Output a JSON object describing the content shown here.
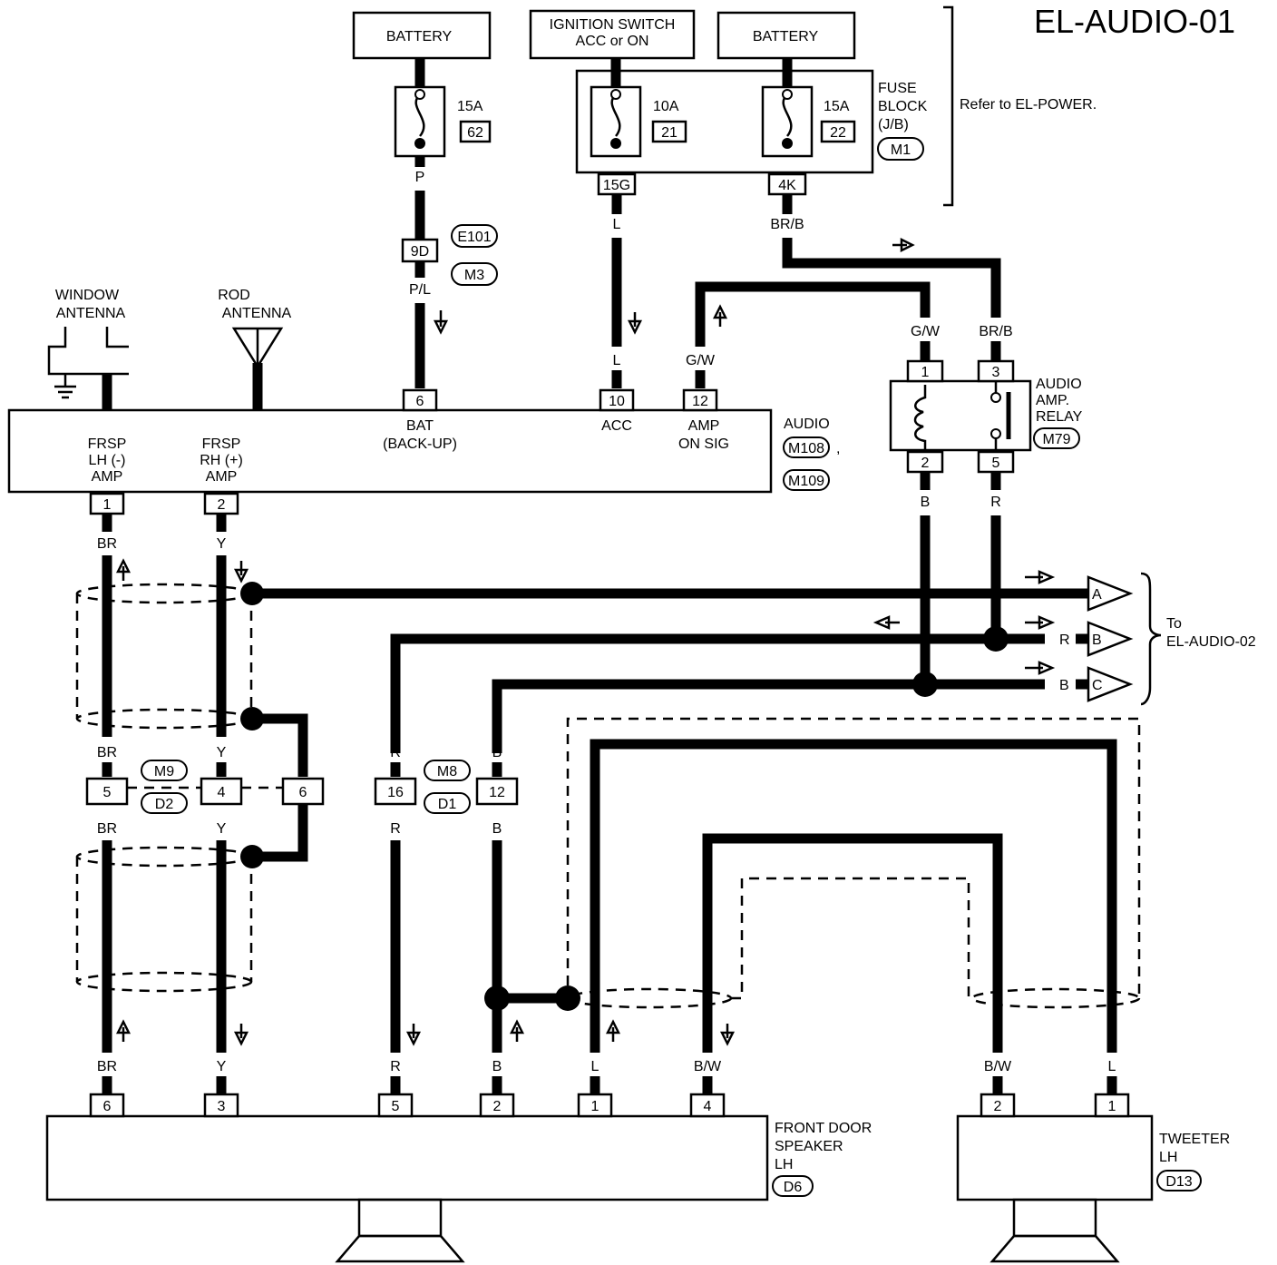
{
  "title": "EL-AUDIO-01",
  "components": {
    "battery1": "BATTERY",
    "battery2": "BATTERY",
    "ignition": [
      "IGNITION SWITCH",
      "ACC or ON"
    ],
    "fuse_block": [
      "FUSE",
      "BLOCK",
      "(J/B)"
    ],
    "fuse_block_conn": "M1",
    "refer": "Refer to EL-POWER.",
    "window_antenna": [
      "WINDOW",
      "ANTENNA"
    ],
    "rod_antenna": [
      "ROD",
      "ANTENNA"
    ],
    "audio": "AUDIO",
    "audio_conn1": "M108",
    "audio_conn2": "M109",
    "relay": [
      "AUDIO",
      "AMP.",
      "RELAY"
    ],
    "relay_conn": "M79",
    "speaker": [
      "FRONT DOOR",
      "SPEAKER",
      "LH"
    ],
    "speaker_conn": "D6",
    "tweeter": [
      "TWEETER",
      "LH"
    ],
    "tweeter_conn": "D13",
    "to_label": [
      "To",
      "EL-AUDIO-02"
    ]
  },
  "fuses": [
    {
      "amp": "15A",
      "num": "62"
    },
    {
      "amp": "10A",
      "num": "21"
    },
    {
      "amp": "15A",
      "num": "22"
    }
  ],
  "terminals": {
    "fb_15g": "15G",
    "fb_4k": "4K",
    "e101": "E101",
    "m3": "M3",
    "j_9d": "9D",
    "audio_6": "6",
    "audio_10": "10",
    "audio_12": "12",
    "audio_1": "1",
    "audio_2": "2",
    "relay_1": "1",
    "relay_3": "3",
    "relay_2": "2",
    "relay_5": "5",
    "j_5": "5",
    "j_4": "4",
    "j_6": "6",
    "j_16": "16",
    "j_12": "12",
    "m9": "M9",
    "d2": "D2",
    "m8": "M8",
    "d1": "D1",
    "sp_6": "6",
    "sp_3": "3",
    "sp_5": "5",
    "sp_2": "2",
    "sp_1": "1",
    "sp_4": "4",
    "tw_2": "2",
    "tw_1": "1"
  },
  "pins": {
    "bat": [
      "BAT",
      "(BACK-UP)"
    ],
    "acc": "ACC",
    "amp_on": [
      "AMP",
      "ON SIG"
    ],
    "frsp_lh": [
      "FRSP",
      "LH (-)",
      "AMP"
    ],
    "frsp_rh": [
      "FRSP",
      "RH (+)",
      "AMP"
    ]
  },
  "wire_colors": {
    "p": "P",
    "pl": "P/L",
    "l": "L",
    "brb": "BR/B",
    "gw": "G/W",
    "b": "B",
    "r": "R",
    "br": "BR",
    "y": "Y",
    "bw": "B/W"
  },
  "arrows": {
    "a": "A",
    "b": "B",
    "c": "C"
  }
}
